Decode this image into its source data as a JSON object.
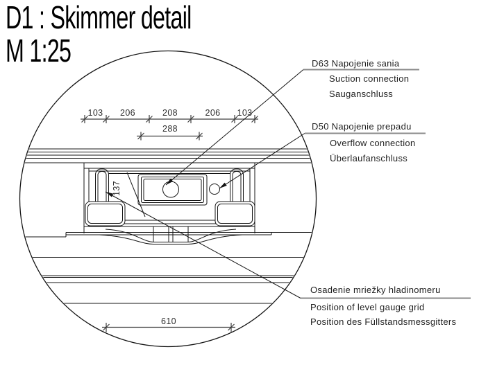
{
  "title": {
    "label": "D1 : Skimmer detail",
    "scale": "M 1:25"
  },
  "dimensions": {
    "top_chain": [
      "103",
      "206",
      "208",
      "206",
      "103"
    ],
    "opening_width": "288",
    "body_width": "610",
    "depth": "137"
  },
  "callouts": [
    {
      "primary": "D63 Napojenie sania",
      "english": "Suction connection",
      "german": "Sauganschluss"
    },
    {
      "primary": "D50 Napojenie prepadu",
      "english": "Overflow connection",
      "german": "Überlaufanschluss"
    },
    {
      "primary": "Osadenie mriežky hladinomeru",
      "english": "Position of level gauge grid",
      "german": "Position des Füllstandsmessgitters"
    }
  ],
  "colors": {
    "background": "#ffffff",
    "drawing_line": "#141414",
    "dimension_line": "#3d3d3d",
    "callout_underline": "#8a8a8a"
  }
}
